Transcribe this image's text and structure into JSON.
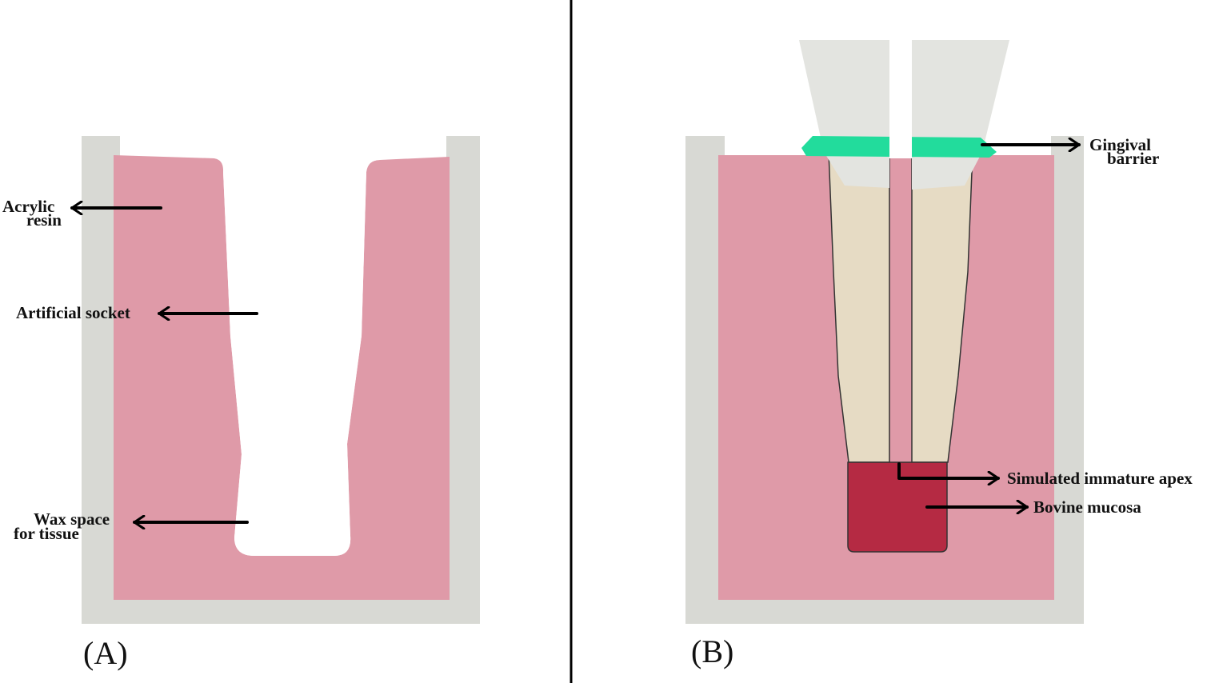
{
  "colors": {
    "container": "#d8d9d4",
    "acrylic_resin": "#df9aa8",
    "gingival_barrier": "#22dc9c",
    "root_canal_wall": "#e6dbc4",
    "crown": "#e3e4e0",
    "bovine_mucosa": "#b52a43",
    "divider": "#000000"
  },
  "panel_a": {
    "label": "(A)",
    "annotations": {
      "acrylic_resin": [
        "Acrylic",
        "resin"
      ],
      "artificial_socket": "Artificial socket",
      "wax_space": [
        "Wax space",
        "for tissue"
      ]
    }
  },
  "panel_b": {
    "label": "(B)",
    "annotations": {
      "gingival_barrier": [
        "Gingival",
        "barrier"
      ],
      "simulated_apex": "Simulated immature apex",
      "bovine_mucosa": "Bovine mucosa"
    }
  }
}
